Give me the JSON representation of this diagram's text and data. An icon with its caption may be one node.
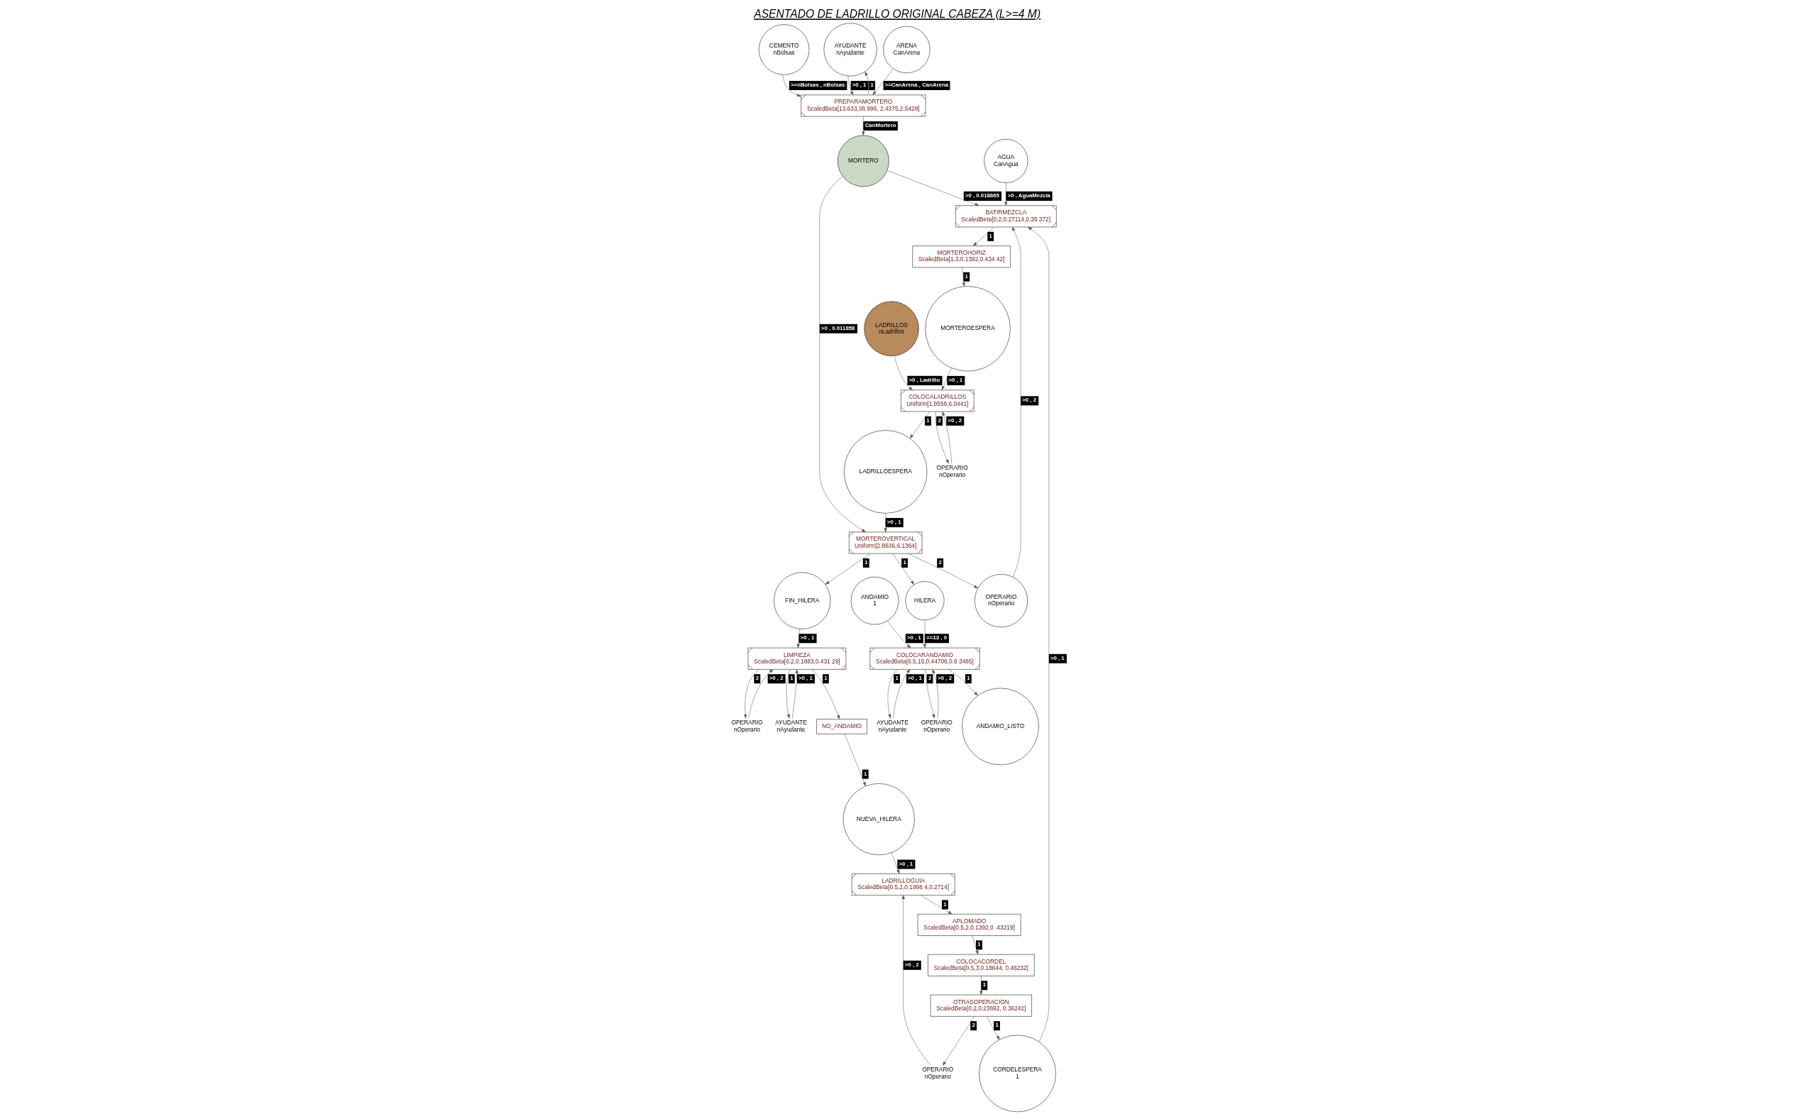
{
  "diagram": {
    "title": "ASENTADO DE LADRILLO ORIGINAL CABEZA (L>=4 M)",
    "nodes": [
      {
        "text": [
          "CEMENTO",
          "nBolsas"
        ]
      },
      {
        "text": [
          "AYUDANTE",
          "nAyudante"
        ]
      },
      {
        "text": [
          "ARENA",
          "CanArena"
        ]
      },
      {
        "text": [
          "PREPARAMORTERO",
          "ScaledBeta[13.633,36.996, 2.4375,2.5428]"
        ]
      },
      {
        "text": [
          "MORTERO"
        ]
      },
      {
        "text": [
          "OTRASOPERACION",
          "ScaledBeta[0,2,0.23692, 0.36242]"
        ]
      },
      {
        "text": [
          "CORDELESPERA",
          "1"
        ]
      },
      {
        "text": [
          "BATIRMEZCLA",
          "ScaledBeta[0,2,0.27114,0.35 372]"
        ]
      },
      {
        "text": [
          "OPERARIO",
          "nOperario"
        ]
      },
      {
        "text": [
          "MORTEROHORIZ",
          "ScaledBeta[1,3,0.1392,0.434 42]"
        ]
      },
      {
        "text": [
          "AGUA",
          "CanAgua"
        ]
      },
      {
        "text": [
          "MORTEROVERTICAL",
          "Uniform[2.8636,6.1364]"
        ]
      },
      {
        "text": [
          "MORTEROESPERA"
        ]
      },
      {
        "text": [
          "COLOCACORDEL",
          "ScaledBeta[0.5,3,0.18644, 0.46232]"
        ]
      },
      {
        "text": [
          "FIN_HILERA"
        ]
      },
      {
        "text": [
          "LADRILLOESPERA"
        ]
      },
      {
        "text": [
          "OPERARIO",
          "nOperario"
        ]
      },
      {
        "text": [
          "LADRILLOS",
          "nLadrillos"
        ]
      },
      {
        "text": [
          "COLOCALADRILLOS",
          "Uniform[1.9559,6.0441]"
        ]
      },
      {
        "text": [
          "APLOMADO",
          "ScaledBeta[0.5,2,0.1392,0 .43219]"
        ]
      },
      {
        "text": [
          "LIMPIEZA",
          "ScaledBeta[0,2,0.1883,0.431 29]"
        ]
      },
      {
        "text": [
          "OPERARIO",
          "nOperario"
        ]
      },
      {
        "text": [
          "OPERARIO",
          "nOperario"
        ]
      },
      {
        "text": [
          "LADRILLOGUIA",
          "ScaledBeta[0.5,2,0.1998 4,0.2714]"
        ]
      },
      {
        "text": [
          "AYUDANTE",
          "nAyudante"
        ]
      },
      {
        "text": [
          "NUEVA_HILERA"
        ]
      },
      {
        "text": [
          "NO_ANDAMIO"
        ]
      },
      {
        "text": [
          "HILERA"
        ]
      },
      {
        "text": [
          "COLOCARANDAMIO",
          "ScaledBeta[6.5,15,0.44706,0.6 3485]"
        ]
      },
      {
        "text": [
          "ANDAMIO_LISTO"
        ]
      },
      {
        "text": [
          "ANDAMIO",
          "1"
        ]
      },
      {
        "text": [
          "AYUDANTE",
          "nAyudante"
        ]
      },
      {
        "text": [
          "OPERARIO",
          "nOperario"
        ]
      }
    ],
    "edges": [
      {
        "from": 0,
        "to": 3,
        "arrow": "to",
        "label": ">=nBolsas , nBolsas"
      },
      {
        "from": 2,
        "to": 3,
        "arrow": "to",
        "label": ">=CanArena , CanArena"
      },
      {
        "from": 1,
        "to": 3,
        "arrow": "to",
        "label": ">0 , 1"
      },
      {
        "from": 3,
        "to": 1,
        "arrow": "to",
        "label": "1"
      },
      {
        "from": 3,
        "to": 4,
        "arrow": "to",
        "label": "CanMortero"
      },
      {
        "from": 4,
        "to": 7,
        "arrow": "to",
        "label": ">0 , 0.018865"
      },
      {
        "from": 6,
        "to": 7,
        "arrow": "to",
        "label": ">0 , 1"
      },
      {
        "from": 10,
        "to": 7,
        "arrow": "to",
        "label": ">0 , AguaMezcla"
      },
      {
        "from": 8,
        "to": 7,
        "arrow": "to",
        "label": ">0 , 2"
      },
      {
        "from": 7,
        "to": 9,
        "arrow": "to",
        "label": "1"
      },
      {
        "from": 9,
        "to": 12,
        "arrow": "to",
        "label": "1"
      },
      {
        "from": 12,
        "to": 18,
        "arrow": "to",
        "label": ">0 , 1"
      },
      {
        "from": 17,
        "to": 18,
        "arrow": "to",
        "label": ">0 , Ladrillo"
      },
      {
        "from": 21,
        "to": 18,
        "arrow": "to",
        "label": ">0 , 2"
      },
      {
        "from": 18,
        "to": 21,
        "arrow": "to",
        "label": "2"
      },
      {
        "from": 18,
        "to": 15,
        "arrow": "to",
        "label": "1"
      },
      {
        "from": 4,
        "to": 11,
        "arrow": "to",
        "label": ">0 , 0.011858"
      },
      {
        "from": 15,
        "to": 11,
        "arrow": "to",
        "label": ">0 , 1"
      },
      {
        "from": 11,
        "to": 8,
        "arrow": "to",
        "label": "2"
      },
      {
        "from": 11,
        "to": 14,
        "arrow": "to",
        "label": "1"
      },
      {
        "from": 14,
        "to": 20,
        "arrow": "to",
        "label": ">0 , 1"
      },
      {
        "from": 24,
        "to": 20,
        "arrow": "to",
        "label": ">0 , 1"
      },
      {
        "from": 22,
        "to": 20,
        "arrow": "to",
        "label": ">0 , 2"
      },
      {
        "from": 20,
        "to": 24,
        "arrow": "to",
        "label": "1"
      },
      {
        "from": 20,
        "to": 26,
        "arrow": "to",
        "label": "1"
      },
      {
        "from": 20,
        "to": 22,
        "arrow": "to",
        "label": "2"
      },
      {
        "from": 26,
        "to": 25,
        "arrow": "to",
        "label": "1"
      },
      {
        "from": 25,
        "to": 23,
        "arrow": "to",
        "label": ">0 , 1"
      },
      {
        "from": 16,
        "to": 23,
        "arrow": "to",
        "label": ">0 , 2"
      },
      {
        "from": 23,
        "to": 19,
        "arrow": "to",
        "label": "1"
      },
      {
        "from": 19,
        "to": 13,
        "arrow": "to",
        "label": "1"
      },
      {
        "from": 13,
        "to": 5,
        "arrow": "to",
        "label": "1"
      },
      {
        "from": 5,
        "to": 6,
        "arrow": "to",
        "label": "1"
      },
      {
        "from": 5,
        "to": 16,
        "arrow": "to",
        "label": "2"
      },
      {
        "from": 11,
        "to": 27,
        "arrow": "to",
        "label": "1"
      },
      {
        "from": 27,
        "to": 28,
        "arrow": "to",
        "label": "==13 , 0"
      },
      {
        "from": 32,
        "to": 28,
        "arrow": "to",
        "label": ">0 , 2"
      },
      {
        "from": 31,
        "to": 28,
        "arrow": "to",
        "label": ">0 , 1"
      },
      {
        "from": 30,
        "to": 28,
        "arrow": "to",
        "label": ">0 , 1"
      },
      {
        "from": 28,
        "to": 29,
        "arrow": "to",
        "label": "1"
      },
      {
        "from": 28,
        "to": 31,
        "arrow": "to",
        "label": "1"
      },
      {
        "from": 28,
        "to": 32,
        "arrow": "to",
        "label": "2"
      }
    ]
  }
}
